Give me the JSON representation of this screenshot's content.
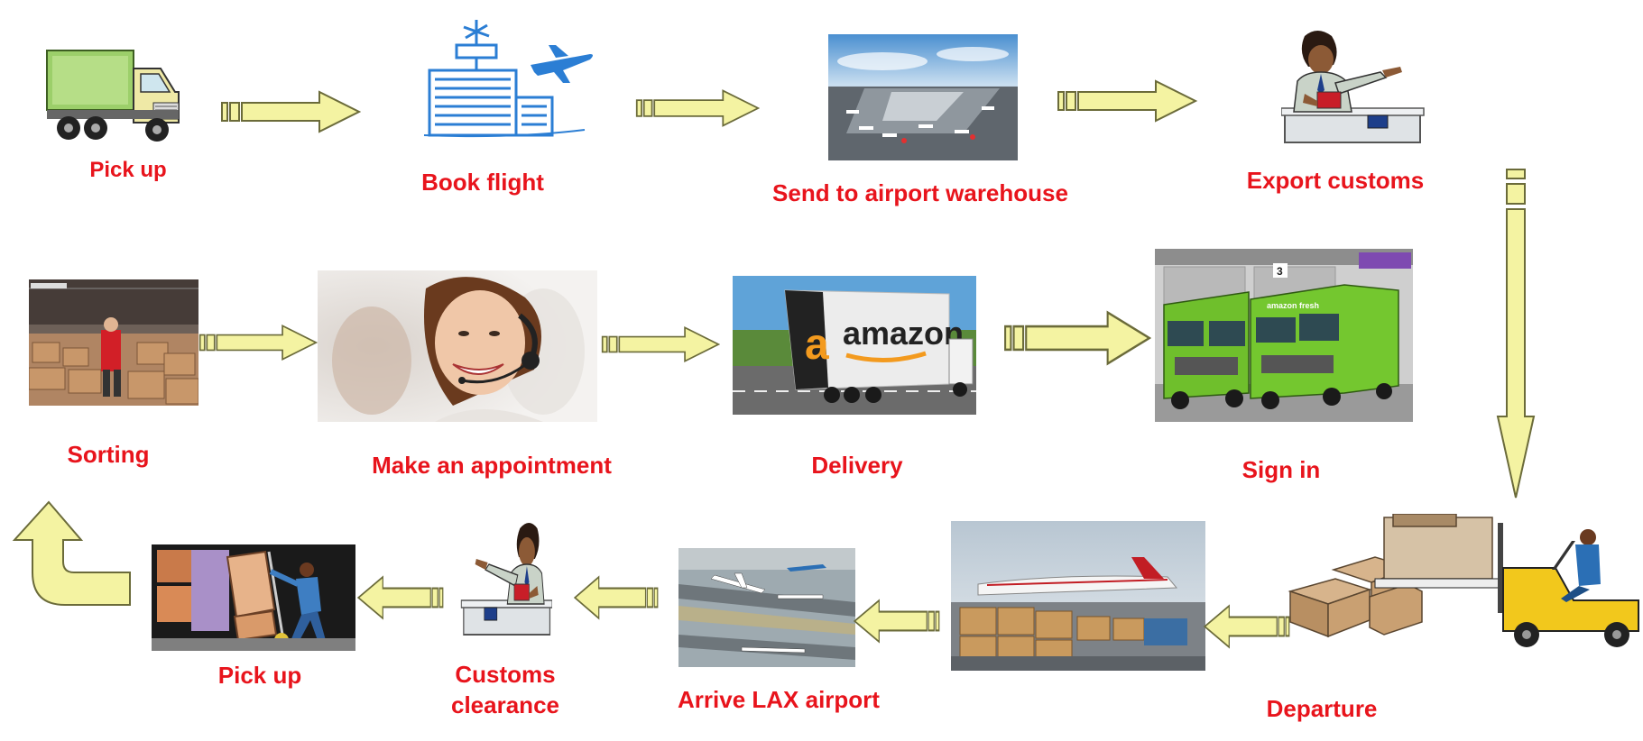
{
  "colors": {
    "label": "#e8141c",
    "arrow_fill": "#f4f3a2",
    "arrow_stroke": "#6b6b3a"
  },
  "steps": [
    {
      "id": "pick-up-start",
      "label": "Pick up",
      "icon": "truck-icon"
    },
    {
      "id": "book-flight",
      "label": "Book flight",
      "icon": "airport-tower-icon"
    },
    {
      "id": "send-to-warehouse",
      "label": "Send to airport warehouse",
      "icon": "airport-aerial-photo"
    },
    {
      "id": "export-customs",
      "label": "Export customs",
      "icon": "customs-officer-icon"
    },
    {
      "id": "departure",
      "label": "Departure",
      "icon": "forklift-icon"
    },
    {
      "id": "cargo-loading",
      "label": "",
      "icon": "cargo-loading-photo"
    },
    {
      "id": "arrive-lax",
      "label": "Arrive LAX airport",
      "icon": "airport-runway-photo"
    },
    {
      "id": "customs-clearance",
      "label": "Customs\nclearance",
      "icon": "customs-officer-icon"
    },
    {
      "id": "pick-up-end",
      "label": "Pick up",
      "icon": "handtruck-worker-icon"
    },
    {
      "id": "sorting",
      "label": "Sorting",
      "icon": "warehouse-sorting-photo"
    },
    {
      "id": "make-appointment",
      "label": "Make an appointment",
      "icon": "call-center-agent-photo"
    },
    {
      "id": "delivery",
      "label": "Delivery",
      "icon": "amazon-truck-photo"
    },
    {
      "id": "sign-in",
      "label": "Sign in",
      "icon": "amazon-fresh-vans-photo"
    }
  ],
  "photo_text": {
    "amazon_trailer": "amazon",
    "amazon_fresh": "amazon fresh",
    "dock_number": "3"
  }
}
